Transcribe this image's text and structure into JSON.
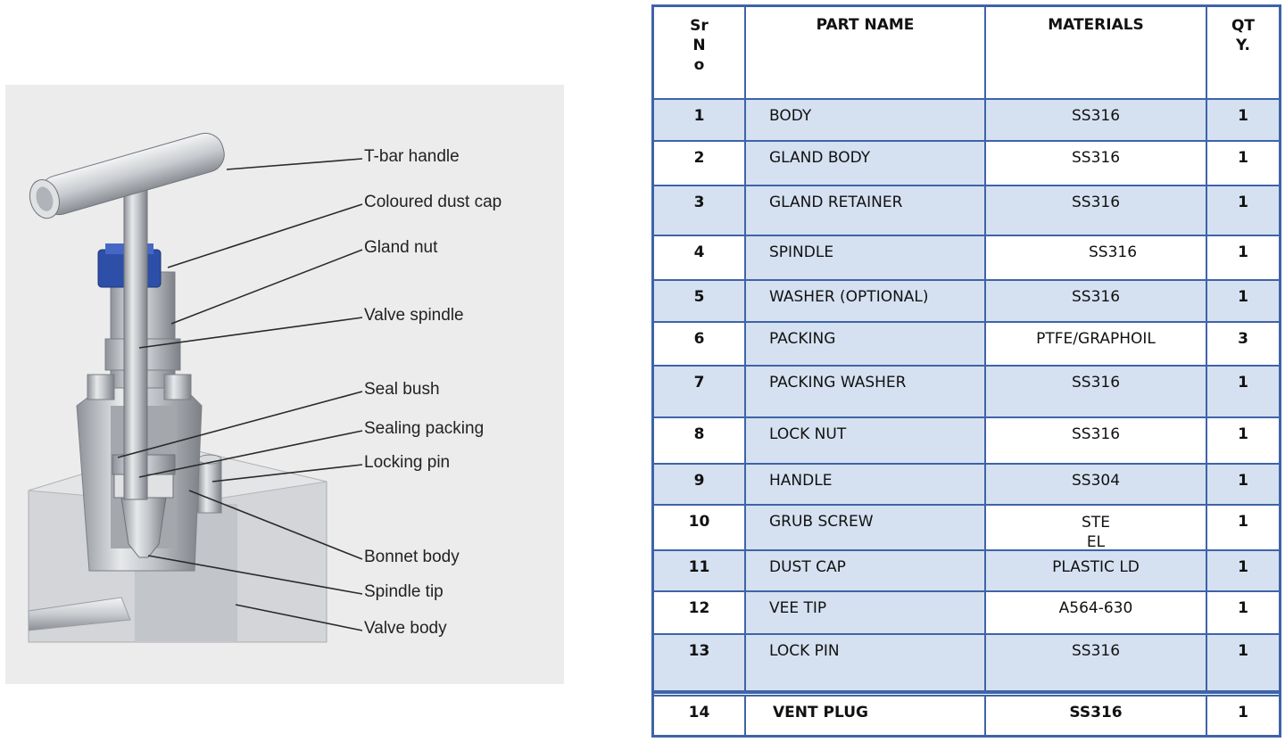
{
  "diagram": {
    "callouts": [
      "T-bar handle",
      "Coloured dust cap",
      "Gland nut",
      "Valve spindle",
      "Seal bush",
      "Sealing packing",
      "Locking pin",
      "Bonnet body",
      "Spindle tip",
      "Valve body"
    ],
    "colors": {
      "dust_cap": "#2d4fa8",
      "metal": "#b9bcc1",
      "background": "#ececec"
    }
  },
  "table": {
    "headers": {
      "sr_no": [
        "Sr",
        "N",
        "o"
      ],
      "part_name": "PART NAME",
      "materials": "MATERIALS",
      "qty": [
        "QT",
        "Y."
      ]
    },
    "rows": [
      {
        "no": "1",
        "name": "BODY",
        "material": "SS316",
        "qty": "1"
      },
      {
        "no": "2",
        "name": "GLAND BODY",
        "material": "SS316",
        "qty": "1"
      },
      {
        "no": "3",
        "name": "GLAND RETAINER",
        "material": "SS316",
        "qty": "1"
      },
      {
        "no": "4",
        "name": "SPINDLE",
        "material": "SS316",
        "qty": "1"
      },
      {
        "no": "5",
        "name": "WASHER (OPTIONAL)",
        "material": "SS316",
        "qty": "1"
      },
      {
        "no": "6",
        "name": "PACKING",
        "material": "PTFE/GRAPHOIL",
        "qty": "3"
      },
      {
        "no": "7",
        "name": "PACKING WASHER",
        "material": "SS316",
        "qty": "1"
      },
      {
        "no": "8",
        "name": "LOCK NUT",
        "material": "SS316",
        "qty": "1"
      },
      {
        "no": "9",
        "name": "HANDLE",
        "material": "SS304",
        "qty": "1"
      },
      {
        "no": "10",
        "name": "GRUB SCREW",
        "material": [
          "STE",
          "EL"
        ],
        "qty": "1"
      },
      {
        "no": "11",
        "name": "DUST CAP",
        "material": "PLASTIC LD",
        "qty": "1"
      },
      {
        "no": "12",
        "name": "VEE TIP",
        "material": "A564-630",
        "qty": "1"
      },
      {
        "no": "13",
        "name": "LOCK PIN",
        "material": "SS316",
        "qty": "1"
      },
      {
        "no": "14",
        "name": "VENT PLUG",
        "material": "SS316",
        "qty": "1"
      }
    ],
    "colors": {
      "border": "#3f63a8",
      "tint": "#d5e1f1"
    }
  }
}
